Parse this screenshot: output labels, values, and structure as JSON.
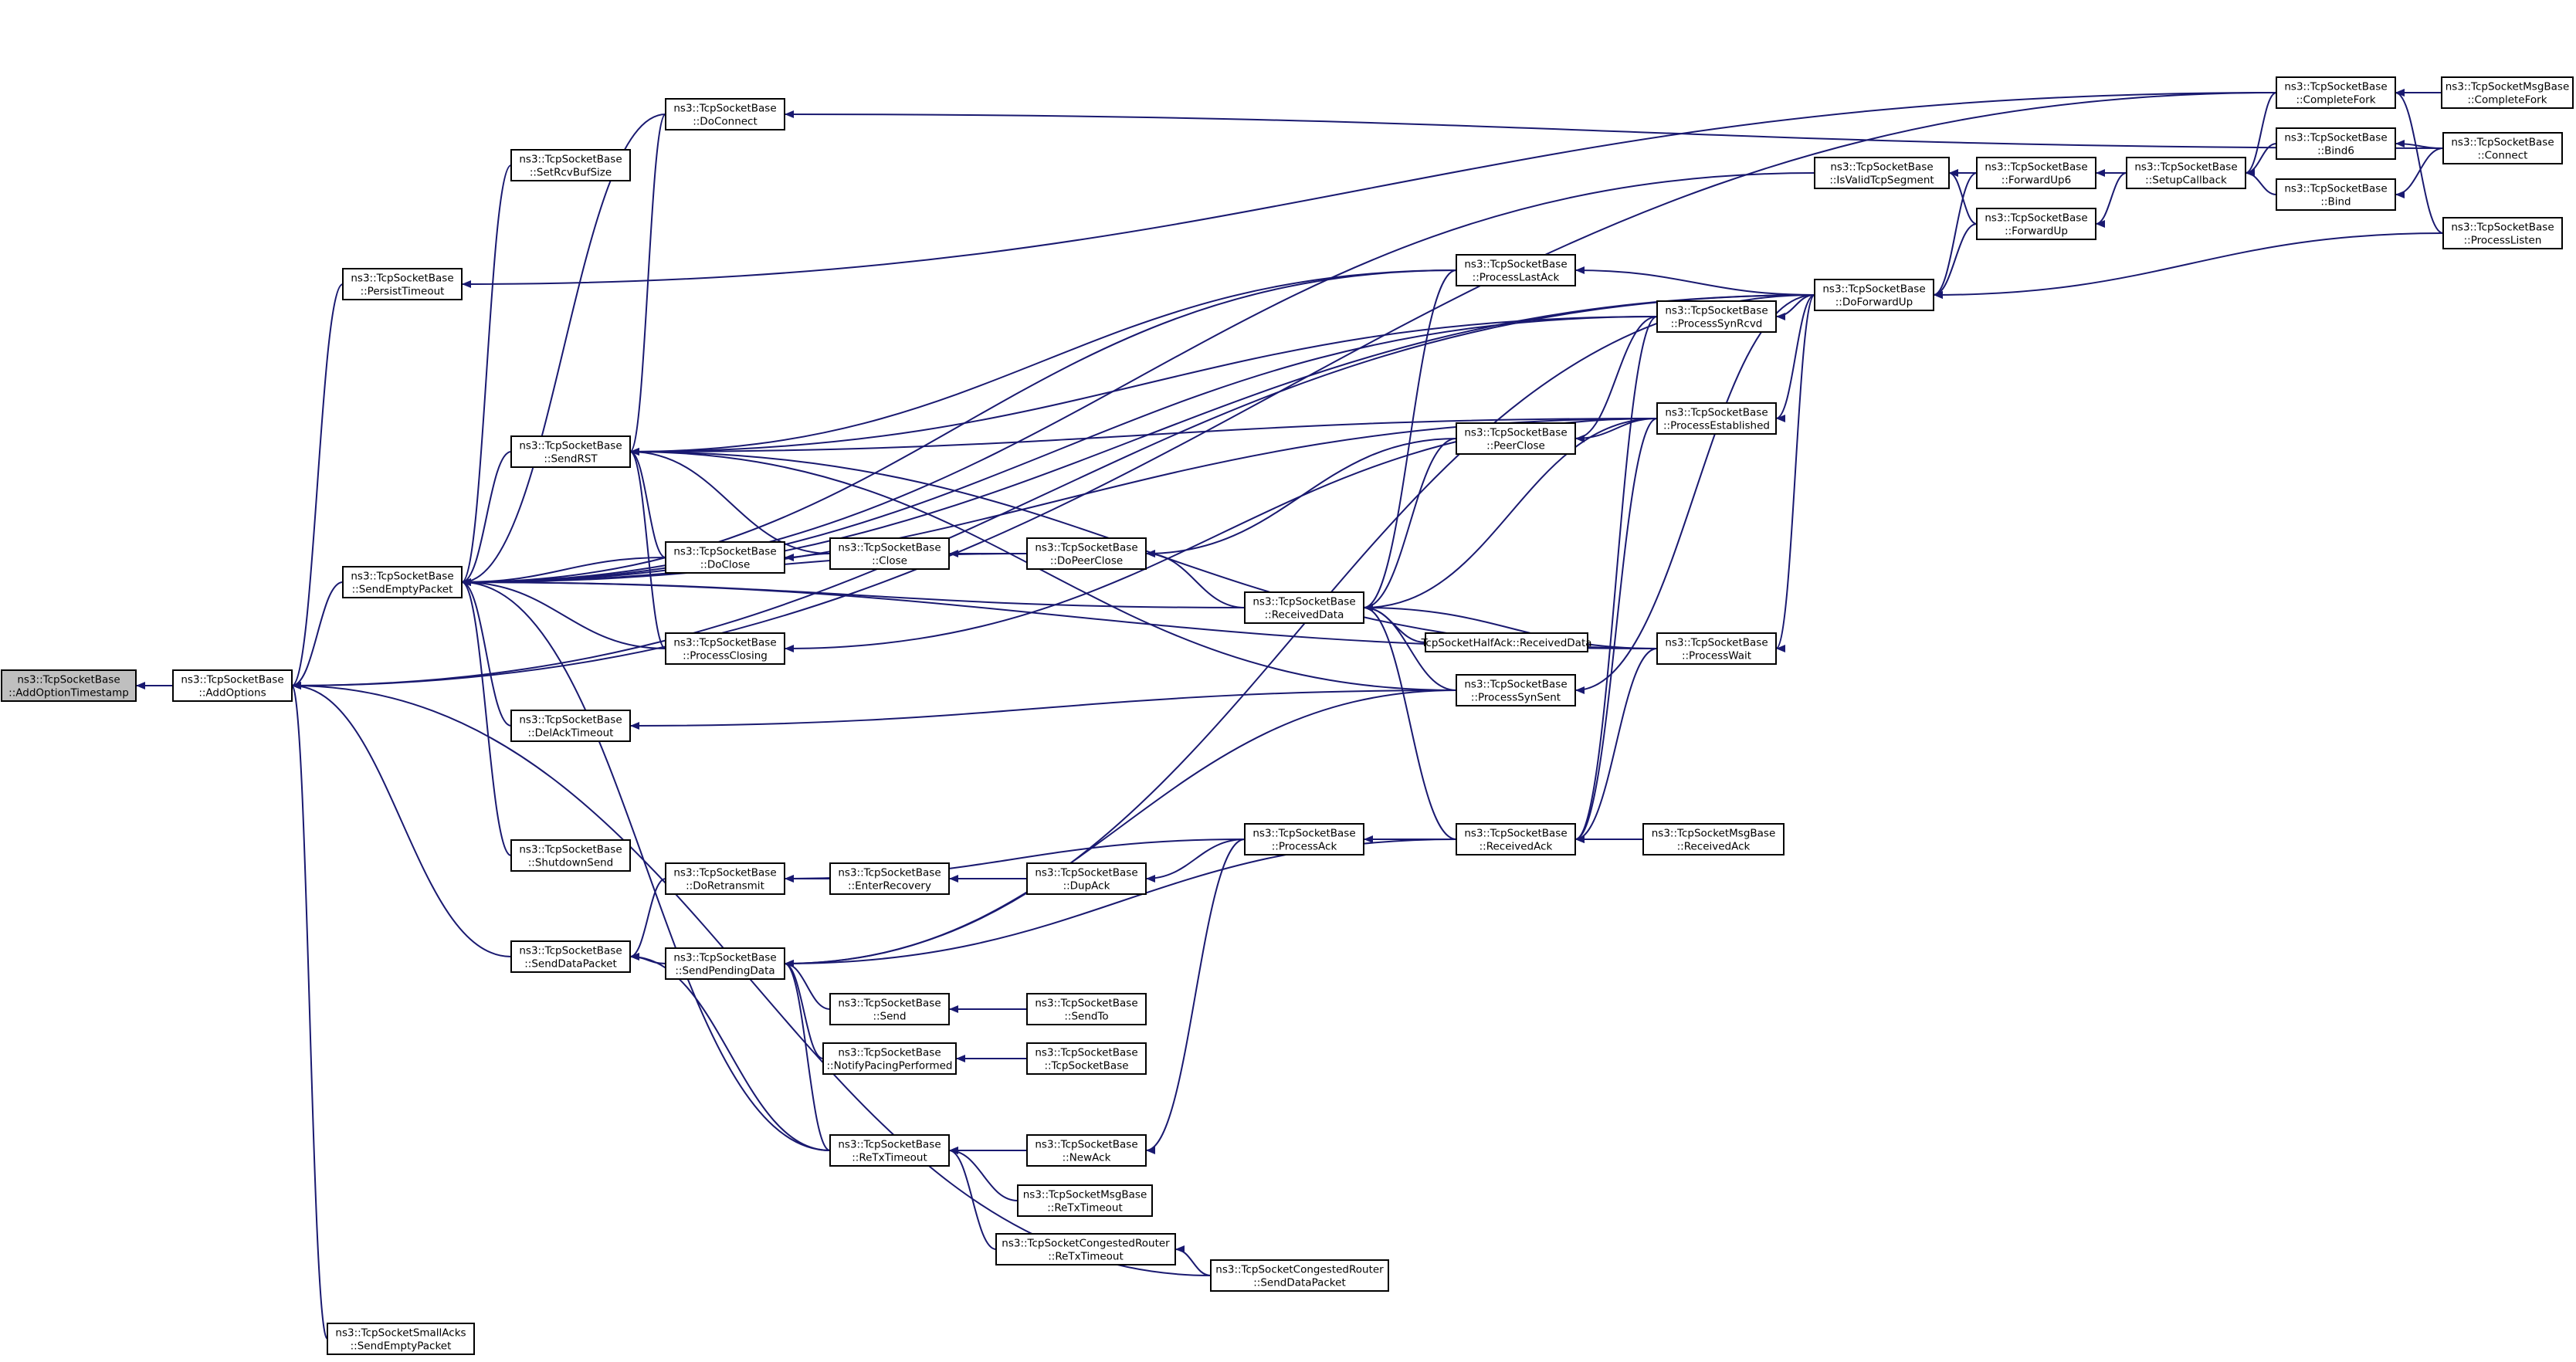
{
  "diagram": {
    "type": "call-graph",
    "nodes": [
      {
        "id": "addOptionTimestamp",
        "lines": [
          "ns3::TcpSocketBase",
          "::AddOptionTimestamp"
        ],
        "root": true
      },
      {
        "id": "addOptions",
        "lines": [
          "ns3::TcpSocketBase",
          "::AddOptions"
        ]
      },
      {
        "id": "persistTimeout",
        "lines": [
          "ns3::TcpSocketBase",
          "::PersistTimeout"
        ]
      },
      {
        "id": "sendEmptyPacket",
        "lines": [
          "ns3::TcpSocketBase",
          "::SendEmptyPacket"
        ]
      },
      {
        "id": "sendDataPacket",
        "lines": [
          "ns3::TcpSocketBase",
          "::SendDataPacket"
        ]
      },
      {
        "id": "smallAcksSendEmptyPacket",
        "lines": [
          "ns3::TcpSocketSmallAcks",
          "::SendEmptyPacket"
        ]
      },
      {
        "id": "doConnect",
        "lines": [
          "ns3::TcpSocketBase",
          "::DoConnect"
        ]
      },
      {
        "id": "setRcvBufSize",
        "lines": [
          "ns3::TcpSocketBase",
          "::SetRcvBufSize"
        ]
      },
      {
        "id": "sendRST",
        "lines": [
          "ns3::TcpSocketBase",
          "::SendRST"
        ]
      },
      {
        "id": "doClose",
        "lines": [
          "ns3::TcpSocketBase",
          "::DoClose"
        ]
      },
      {
        "id": "processClosing",
        "lines": [
          "ns3::TcpSocketBase",
          "::ProcessClosing"
        ]
      },
      {
        "id": "delAckTimeout",
        "lines": [
          "ns3::TcpSocketBase",
          "::DelAckTimeout"
        ]
      },
      {
        "id": "shutdownSend",
        "lines": [
          "ns3::TcpSocketBase",
          "::ShutdownSend"
        ]
      },
      {
        "id": "doRetransmit",
        "lines": [
          "ns3::TcpSocketBase",
          "::DoRetransmit"
        ]
      },
      {
        "id": "sendPendingData",
        "lines": [
          "ns3::TcpSocketBase",
          "::SendPendingData"
        ]
      },
      {
        "id": "close",
        "lines": [
          "ns3::TcpSocketBase",
          "::Close"
        ]
      },
      {
        "id": "enterRecovery",
        "lines": [
          "ns3::TcpSocketBase",
          "::EnterRecovery"
        ]
      },
      {
        "id": "send",
        "lines": [
          "ns3::TcpSocketBase",
          "::Send"
        ]
      },
      {
        "id": "notifyPacingPerformed",
        "lines": [
          "ns3::TcpSocketBase",
          "::NotifyPacingPerformed"
        ]
      },
      {
        "id": "reTxTimeout",
        "lines": [
          "ns3::TcpSocketBase",
          "::ReTxTimeout"
        ]
      },
      {
        "id": "doPeerClose",
        "lines": [
          "ns3::TcpSocketBase",
          "::DoPeerClose"
        ]
      },
      {
        "id": "dupAck",
        "lines": [
          "ns3::TcpSocketBase",
          "::DupAck"
        ]
      },
      {
        "id": "sendTo",
        "lines": [
          "ns3::TcpSocketBase",
          "::SendTo"
        ]
      },
      {
        "id": "tcpSocketBaseCtor",
        "lines": [
          "ns3::TcpSocketBase",
          "::TcpSocketBase"
        ]
      },
      {
        "id": "newAck",
        "lines": [
          "ns3::TcpSocketBase",
          "::NewAck"
        ]
      },
      {
        "id": "msgBaseReTxTimeout",
        "lines": [
          "ns3::TcpSocketMsgBase",
          "::ReTxTimeout"
        ]
      },
      {
        "id": "congestedReTxTimeout",
        "lines": [
          "ns3::TcpSocketCongestedRouter",
          "::ReTxTimeout"
        ]
      },
      {
        "id": "receivedData",
        "lines": [
          "ns3::TcpSocketBase",
          "::ReceivedData"
        ]
      },
      {
        "id": "processAck",
        "lines": [
          "ns3::TcpSocketBase",
          "::ProcessAck"
        ]
      },
      {
        "id": "halfAckReceivedData",
        "lines": [
          "TcpSocketHalfAck::ReceivedData"
        ]
      },
      {
        "id": "processLastAck",
        "lines": [
          "ns3::TcpSocketBase",
          "::ProcessLastAck"
        ]
      },
      {
        "id": "peerClose",
        "lines": [
          "ns3::TcpSocketBase",
          "::PeerClose"
        ]
      },
      {
        "id": "processSynSent",
        "lines": [
          "ns3::TcpSocketBase",
          "::ProcessSynSent"
        ]
      },
      {
        "id": "receivedAck",
        "lines": [
          "ns3::TcpSocketBase",
          "::ReceivedAck"
        ]
      },
      {
        "id": "congestedSendDataPacket",
        "lines": [
          "ns3::TcpSocketCongestedRouter",
          "::SendDataPacket"
        ]
      },
      {
        "id": "processSynRcvd",
        "lines": [
          "ns3::TcpSocketBase",
          "::ProcessSynRcvd"
        ]
      },
      {
        "id": "processEstablished",
        "lines": [
          "ns3::TcpSocketBase",
          "::ProcessEstablished"
        ]
      },
      {
        "id": "processWait",
        "lines": [
          "ns3::TcpSocketBase",
          "::ProcessWait"
        ]
      },
      {
        "id": "msgBaseReceivedAck",
        "lines": [
          "ns3::TcpSocketMsgBase",
          "::ReceivedAck"
        ]
      },
      {
        "id": "isValidTcpSegment",
        "lines": [
          "ns3::TcpSocketBase",
          "::IsValidTcpSegment"
        ]
      },
      {
        "id": "doForwardUp",
        "lines": [
          "ns3::TcpSocketBase",
          "::DoForwardUp"
        ]
      },
      {
        "id": "forwardUp6",
        "lines": [
          "ns3::TcpSocketBase",
          "::ForwardUp6"
        ]
      },
      {
        "id": "forwardUp",
        "lines": [
          "ns3::TcpSocketBase",
          "::ForwardUp"
        ]
      },
      {
        "id": "setupCallback",
        "lines": [
          "ns3::TcpSocketBase",
          "::SetupCallback"
        ]
      },
      {
        "id": "completeFork",
        "lines": [
          "ns3::TcpSocketBase",
          "::CompleteFork"
        ]
      },
      {
        "id": "bind6",
        "lines": [
          "ns3::TcpSocketBase",
          "::Bind6"
        ]
      },
      {
        "id": "bind",
        "lines": [
          "ns3::TcpSocketBase",
          "::Bind"
        ]
      },
      {
        "id": "processListen",
        "lines": [
          "ns3::TcpSocketBase",
          "::ProcessListen"
        ]
      },
      {
        "id": "msgBaseCompleteFork",
        "lines": [
          "ns3::TcpSocketMsgBase",
          "::CompleteFork"
        ]
      },
      {
        "id": "connect",
        "lines": [
          "ns3::TcpSocketBase",
          "::Connect"
        ]
      }
    ]
  }
}
